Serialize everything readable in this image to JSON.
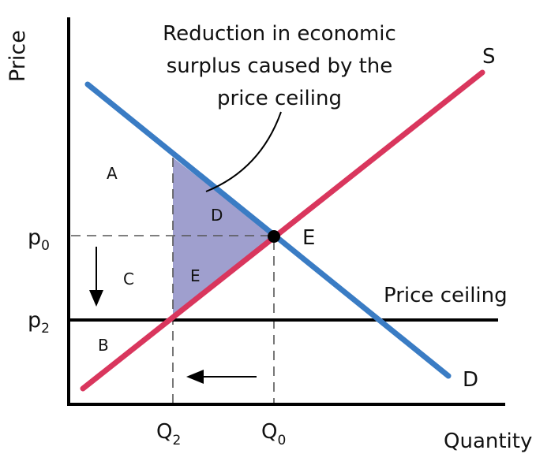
{
  "axes": {
    "y_label": "Price",
    "x_label": "Quantity"
  },
  "curves": {
    "supply_label": "S",
    "demand_label": "D",
    "ceiling_label": "Price ceiling",
    "supply_color": "#d9365d",
    "demand_color": "#3a7cc4",
    "axis_color": "#000000"
  },
  "annotation": {
    "lines": [
      "Reduction in economic",
      "surplus caused by the",
      "price ceiling"
    ]
  },
  "equilibrium": {
    "label": "E"
  },
  "price_ticks": {
    "p0_main": "p",
    "p0_sub": "0",
    "p2_main": "p",
    "p2_sub": "2"
  },
  "quantity_ticks": {
    "q2_main": "Q",
    "q2_sub": "2",
    "q0_main": "Q",
    "q0_sub": "0"
  },
  "regions": {
    "a": "A",
    "b": "B",
    "c": "C",
    "d": "D",
    "e": "E",
    "deadweight_fill": "#9f9fce"
  }
}
